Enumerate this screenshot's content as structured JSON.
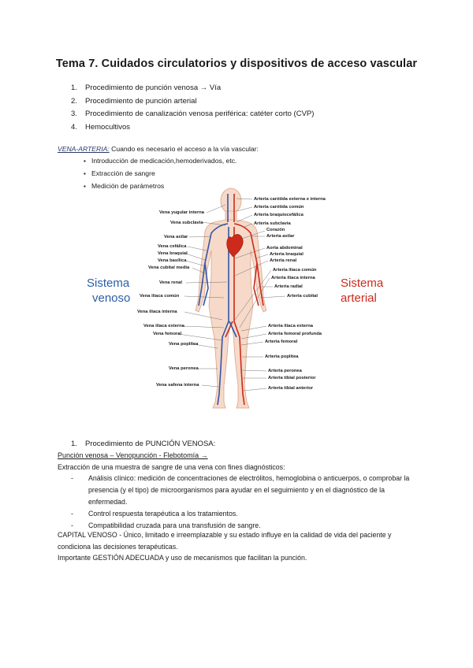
{
  "title": "Tema 7. Cuidados circulatorios y dispositivos de acceso vascular",
  "index": [
    {
      "num": "1.",
      "text": "Procedimiento de punción venosa → Vía"
    },
    {
      "num": "2.",
      "text": "Procedimiento de punción arterial"
    },
    {
      "num": "3.",
      "text": "Procedimiento de canalización venosa periférica: catéter corto (CVP)"
    },
    {
      "num": "4.",
      "text": "Hemocultivos"
    }
  ],
  "intro": {
    "lead": "VENA-ARTERIA:",
    "text": " Cuando es necesario el acceso a la vía vascular:"
  },
  "bullets": [
    "Introducción de medicación,hemoderivados, etc.",
    "Extracción de sangre",
    "Medición de parámetros"
  ],
  "figure": {
    "left_title": [
      "Sistema",
      "venoso"
    ],
    "right_title": [
      "Sistema",
      "arterial"
    ],
    "venas": [
      "Vena yugular interna",
      "Vena subclavia",
      "Vena axilar",
      "Vena cefálica",
      "Vena braquial",
      "Vena basílica",
      "Vena cubital media",
      "Vena renal",
      "Vena ilíaca común",
      "Vena ilíaca interna",
      "Vena ilíaca externa",
      "Vena femoral",
      "Vena poplítea",
      "Vena peronea",
      "Vena safena interna"
    ],
    "arterias": [
      "Arteria carótida externa e interna",
      "Arteria carótida común",
      "Arteria braquiocefálica",
      "Arteria subclavia",
      "Corazón",
      "Arteria axilar",
      "Aorta abdominal",
      "Arteria braquial",
      "Arteria renal",
      "Arteria ilíaca común",
      "Arteria ilíaca interna",
      "Arteria radial",
      "Arteria cubital",
      "Arteria ilíaca externa",
      "Arteria femoral profunda",
      "Arteria femoral",
      "Arteria poplítea",
      "Arteria peronea",
      "Arteria tibial posterior",
      "Arteria tibial anterior"
    ],
    "colors": {
      "vein": "#3355aa",
      "artery": "#cc2a1c",
      "skin": "#f6d9c8",
      "skin_edge": "#d9a68a",
      "line": "#555555"
    }
  },
  "section1": {
    "num": "1.",
    "text": "Procedimiento de PUNCIÓN VENOSA:"
  },
  "subtitle": "Punción venosa – Venopunción - Flebotomía →",
  "extraction": "Extracción de una muestra de sangre de una vena con fines diagnósticos:",
  "details": [
    "Análisis clínico: medición de concentraciones de electrólitos, hemoglobina o anticuerpos, o comprobar la presencia (y el tipo) de microorganismos para ayudar en el seguimiento y en el diagnóstico de la enfermedad.",
    "Control respuesta terapéutica a los tratamientos.",
    "Compatibilidad cruzada para una transfusión de sangre."
  ],
  "capital": "CAPITAL VENOSO - Único, limitado e irreemplazable y su estado influye en la calidad de vida del paciente y condiciona las decisiones terapéuticas.",
  "importante": "Importante GESTIÓN ADECUADA y uso de mecanismos que facilitan la punción."
}
